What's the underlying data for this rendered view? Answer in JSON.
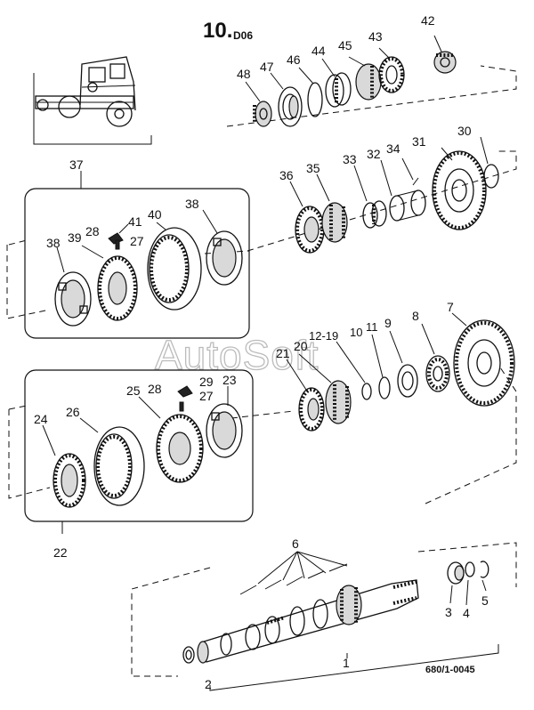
{
  "title": {
    "number": "10.",
    "code": "D06"
  },
  "reference": "680/1-0045",
  "watermark": "AutoSoft",
  "callouts": {
    "c1": "1",
    "c2": "2",
    "c3": "3",
    "c4": "4",
    "c5": "5",
    "c6": "6",
    "c7": "7",
    "c8": "8",
    "c9": "9",
    "c10": "10",
    "c11": "11",
    "c12_19": "12-19",
    "c20": "20",
    "c21": "21",
    "c22": "22",
    "c23": "23",
    "c24": "24",
    "c25": "25",
    "c26": "26",
    "c27a": "27",
    "c27b": "27",
    "c28a": "28",
    "c28b": "28",
    "c29": "29",
    "c30": "30",
    "c31": "31",
    "c32": "32",
    "c33": "33",
    "c34": "34",
    "c35": "35",
    "c36": "36",
    "c37": "37",
    "c38a": "38",
    "c38b": "38",
    "c39": "39",
    "c40": "40",
    "c41": "41",
    "c42": "42",
    "c43": "43",
    "c44": "44",
    "c45": "45",
    "c46": "46",
    "c47": "47",
    "c48": "48"
  }
}
